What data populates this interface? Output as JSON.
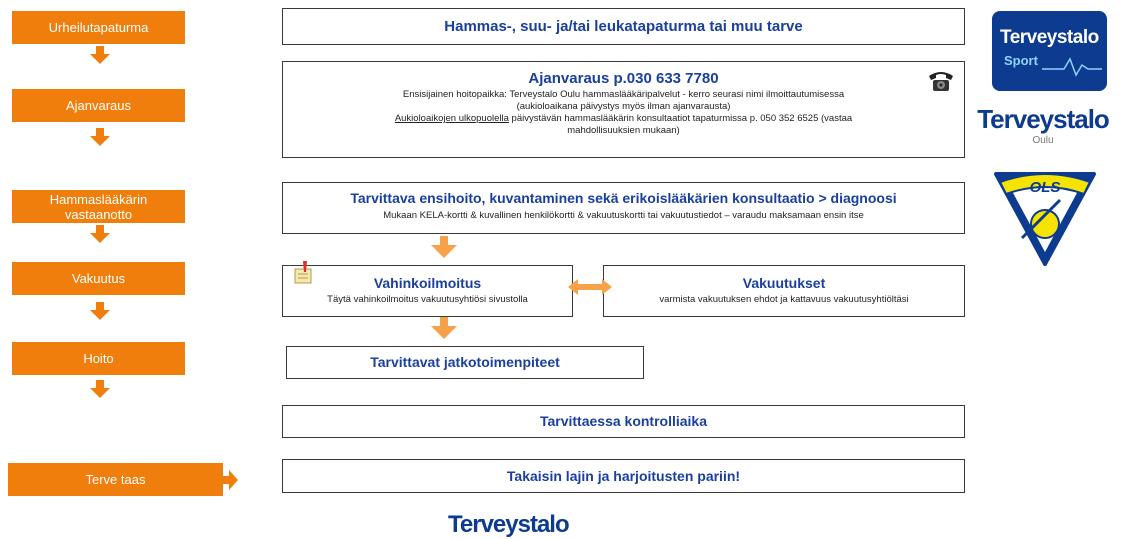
{
  "steps": [
    "Urheilutapaturma",
    "Ajanvaraus",
    "Hammaslääkärin vastaanotto",
    "Vakuutus",
    "Hoito",
    "Terve taas"
  ],
  "box1": {
    "title": "Hammas-, suu- ja/tai leukatapaturma tai muu tarve"
  },
  "box2": {
    "title": "Ajanvaraus p.030 633 7780",
    "line1": "Ensisijainen hoitopaikka: Terveystalo Oulu hammaslääkäripalvelut - kerro seurasi nimi ilmoittautumisessa",
    "line2": "(aukioloaikana päivystys myös ilman ajanvarausta)",
    "line3_underlined": "Aukioloaikojen ulkopuolella",
    "line3_rest": " päivystävän hammaslääkärin konsultaatiot tapaturmissa p. 050 352 6525 (vastaa",
    "line4": "mahdollisuuksien mukaan)"
  },
  "box3": {
    "title": "Tarvittava ensihoito, kuvantaminen sekä erikoislääkärien konsultaatio > diagnoosi",
    "text": "Mukaan KELA-kortti & kuvallinen henkilökortti & vakuutuskortti tai vakuutustiedot – varaudu maksamaan ensin itse"
  },
  "box4a": {
    "title": "Vahinkoilmoitus",
    "text": "Täytä vahinkoilmoitus vakuutusyhtiösi sivustolla"
  },
  "box4b": {
    "title": "Vakuutukset",
    "text": "varmista vakuutuksen ehdot ja kattavuus vakuutusyhtiöltäsi"
  },
  "box5": {
    "title": "Tarvittavat jatkotoimenpiteet"
  },
  "box6": {
    "title": "Tarvittaessa kontrolliaika"
  },
  "box7": {
    "title": "Takaisin lajin ja harjoitusten pariin!"
  },
  "logos": {
    "sport_line1": "Terveystalo",
    "sport_line2": "Sport",
    "oulu_line1": "Terveystalo",
    "oulu_line2": "Oulu",
    "ols": "OLS",
    "bottom": "Terveystalo"
  },
  "colors": {
    "orange": "#f07e0c",
    "blue": "#1a3f9c",
    "navy": "#0d3b8f",
    "ols_yellow": "#f6e300"
  }
}
